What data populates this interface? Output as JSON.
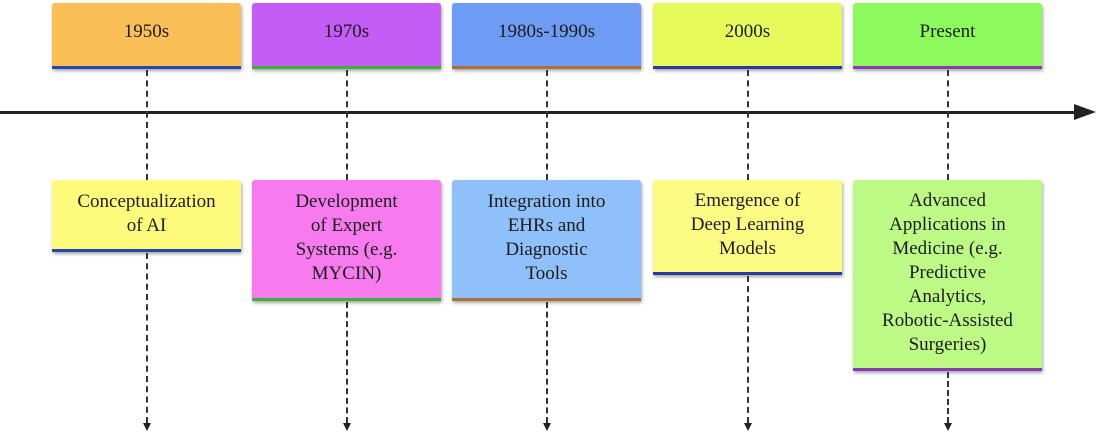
{
  "timeline": {
    "periods": [
      {
        "label": "1950s",
        "color": "#fbbf58",
        "underline": "#2846a8"
      },
      {
        "label": "1970s",
        "color": "#c45df5",
        "underline": "#3fae3a"
      },
      {
        "label": "1980s-1990s",
        "color": "#6e9cf5",
        "underline": "#a8703c"
      },
      {
        "label": "2000s",
        "color": "#e6fa5c",
        "underline": "#2a3a9c"
      },
      {
        "label": "Present",
        "color": "#8cfa5c",
        "underline": "#8a3ab0"
      }
    ],
    "events": [
      {
        "lines": [
          "Conceptualization",
          "of AI"
        ],
        "color": "#fdfa7c",
        "underline": "#2846a8"
      },
      {
        "lines": [
          "Development",
          "of Expert",
          "Systems (e.g.",
          "MYCIN)"
        ],
        "color": "#f77bef",
        "underline": "#3fae3a"
      },
      {
        "lines": [
          "Integration into",
          "EHRs and",
          "Diagnostic",
          "Tools"
        ],
        "color": "#8fc0fa",
        "underline": "#a8703c"
      },
      {
        "lines": [
          "Emergence of",
          "Deep Learning",
          "Models"
        ],
        "color": "#fcfb84",
        "underline": "#2a3a9c"
      },
      {
        "lines": [
          "Advanced",
          "Applications in",
          "Medicine (e.g.",
          "Predictive",
          "Analytics,",
          "Robotic-Assisted",
          "Surgeries)"
        ],
        "color": "#bdf985",
        "underline": "#8a3ab0"
      }
    ]
  }
}
